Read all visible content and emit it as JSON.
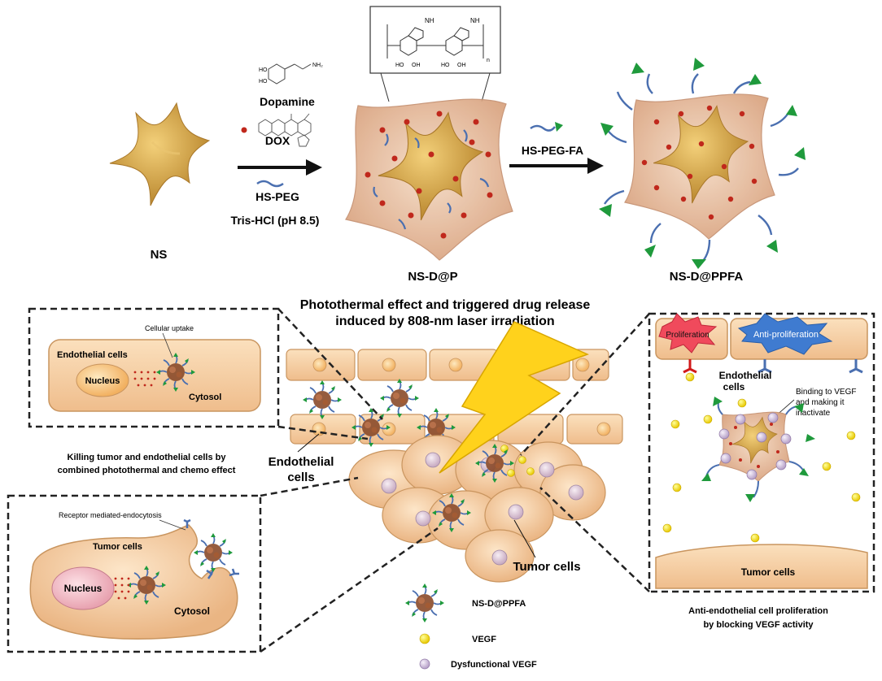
{
  "top": {
    "ns_label": "NS",
    "reagents": [
      "Dopamine",
      "DOX",
      "HS-PEG",
      "Tris-HCl (pH 8.5)"
    ],
    "nsdp_label": "NS-D@P",
    "hs_peg_fa": "HS-PEG-FA",
    "nsdppfa_label": "NS-D@PPFA",
    "polymer": {
      "nh_left": "NH",
      "nh_right": "NH",
      "ho1": "HO",
      "oh1": "OH",
      "ho2": "HO",
      "oh2": "OH",
      "n": "n"
    },
    "dopamine_nh2": "NH₂",
    "dopamine_ho": [
      "HO",
      "HO"
    ]
  },
  "middle": {
    "photothermal_line1": "Photothermal effect and triggered drug release",
    "photothermal_line2": "induced by 808-nm  laser irradiation",
    "endothelial_cells": "Endothelial",
    "endothelial_cells2": "cells",
    "tumor_cells": "Tumor cells",
    "killing_line1": "Killing tumor and endothelial cells by",
    "killing_line2": "combined photothermal and chemo effect"
  },
  "inset_endo": {
    "cellular_uptake": "Cellular uptake",
    "endothelial_cells": "Endothelial cells",
    "nucleus": "Nucleus",
    "cytosol": "Cytosol"
  },
  "inset_tumor": {
    "receptor": "Receptor mediated-endocytosis",
    "tumor_cells": "Tumor cells",
    "nucleus": "Nucleus",
    "cytosol": "Cytosol"
  },
  "inset_right": {
    "proliferation": "Proliferation",
    "anti_proliferation": "Anti-proliferation",
    "endothelial": "Endothelial",
    "endothelial2": "cells",
    "binding1": "Binding to VEGF",
    "binding2": "and making it",
    "binding3": "inactivate",
    "tumor_cells": "Tumor cells",
    "caption1": "Anti-endothelial cell proliferation",
    "caption2": "by blocking VEGF activity"
  },
  "legend": {
    "nsdppfa": "NS-D@PPFA",
    "vegf": "VEGF",
    "dysfunctional": "Dysfunctional  VEGF"
  },
  "colors": {
    "gold": "#d4a24a",
    "shell": "#e7bfa0",
    "cell": "#f3c99a",
    "cell_stroke": "#c9955f",
    "red_dot": "#c0281c",
    "peg_blue": "#4a6fb0",
    "fa_green": "#1f9a3c",
    "vegf_yellow": "#ffe21a",
    "lightning": "#ffd21c"
  }
}
